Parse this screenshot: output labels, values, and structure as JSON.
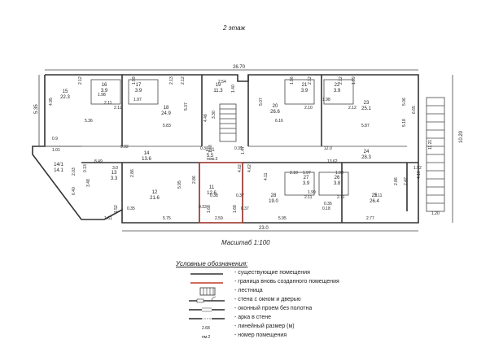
{
  "header": {
    "floor": "2 этаж"
  },
  "scale_label": "Масштаб 1:100",
  "overall": {
    "top": "26.70",
    "bottom": "23.0",
    "right": "10.20",
    "left": "5.35"
  },
  "rooms": [
    {
      "id": "rm15",
      "num": "15",
      "area": "22.3"
    },
    {
      "id": "rm16",
      "num": "16",
      "area": "3.9"
    },
    {
      "id": "rm17",
      "num": "17",
      "area": "3.9"
    },
    {
      "id": "rm18",
      "num": "18",
      "area": "24.9"
    },
    {
      "id": "rm19",
      "num": "19",
      "area": "11.3"
    },
    {
      "id": "rm20",
      "num": "20",
      "area": "26.6"
    },
    {
      "id": "rm21",
      "num": "21",
      "area": "3.9"
    },
    {
      "id": "rm22",
      "num": "22",
      "area": "3.9"
    },
    {
      "id": "rm23",
      "num": "23",
      "area": "25.1"
    },
    {
      "id": "rm14",
      "num": "14",
      "area": "13.6"
    },
    {
      "id": "rm11_1",
      "num": "11/1",
      "area": "5.5"
    },
    {
      "id": "rm24",
      "num": "24",
      "area": "28.3"
    },
    {
      "id": "rm14_1",
      "num": "14/1",
      "area": "14.1"
    },
    {
      "id": "rm13",
      "num": "13",
      "area": "3.3"
    },
    {
      "id": "rm12",
      "num": "12",
      "area": "21.6"
    },
    {
      "id": "rm11",
      "num": "11",
      "area": "12.6"
    },
    {
      "id": "rm28",
      "num": "28",
      "area": "19.0"
    },
    {
      "id": "rm27",
      "num": "27",
      "area": "3.9"
    },
    {
      "id": "rm26",
      "num": "26",
      "area": "3.8"
    },
    {
      "id": "rm25",
      "num": "25",
      "area": "26.4"
    }
  ],
  "dims": [
    "2.12",
    "1.98",
    "1.99",
    "2.11",
    "1.97",
    "2.12",
    "2.13",
    "2.11",
    "5.95",
    "4.95",
    "5.36",
    "5.83",
    "5.07",
    "2.54",
    "1.40",
    "4.48",
    "3.30",
    "5.07",
    "6.16",
    "2.12",
    "1.96",
    "2.12",
    "1.99",
    "1.98",
    "2.10",
    "2.12",
    "5.06",
    "5.87",
    "6.65",
    "5.18",
    "11.21",
    "0.9",
    "1.01",
    "9.92",
    "0.37",
    "1.48",
    "0.39",
    "1.47",
    "12.0",
    "8.49",
    "13.62",
    "1.92",
    "3.0",
    "2.03",
    "0.13",
    "4.62",
    "2.86",
    "4.02",
    "3.48",
    "6.40",
    "2.86",
    "4.11",
    "2.10",
    "1.97",
    "1.98",
    "2.86",
    "4.10",
    "7.42",
    "2.11",
    "2.11",
    "0.36",
    "0.38",
    "0.37",
    "0.33",
    "1.68",
    "1.68",
    "0.37",
    "0.18",
    "1.52",
    "1.61",
    "0.35",
    "5.75",
    "2.59",
    "5.95",
    "2.77",
    "1.20",
    "2.11",
    "1.99"
  ],
  "note_red": "пом.3",
  "legend": {
    "title": "Условные обозначения:",
    "items": [
      {
        "label": "- существующие помещения"
      },
      {
        "label": "- граница вновь созданного помещения"
      },
      {
        "label": "- лестница"
      },
      {
        "label": "- стена с окном и дверью"
      },
      {
        "label": "- оконный проем без полотна"
      },
      {
        "label": "- арка в стене"
      },
      {
        "label": "- линейный размер  (м)"
      },
      {
        "label": "- номер помещения"
      }
    ],
    "dim_sample": "2.68",
    "num_sample": "пм.2"
  }
}
